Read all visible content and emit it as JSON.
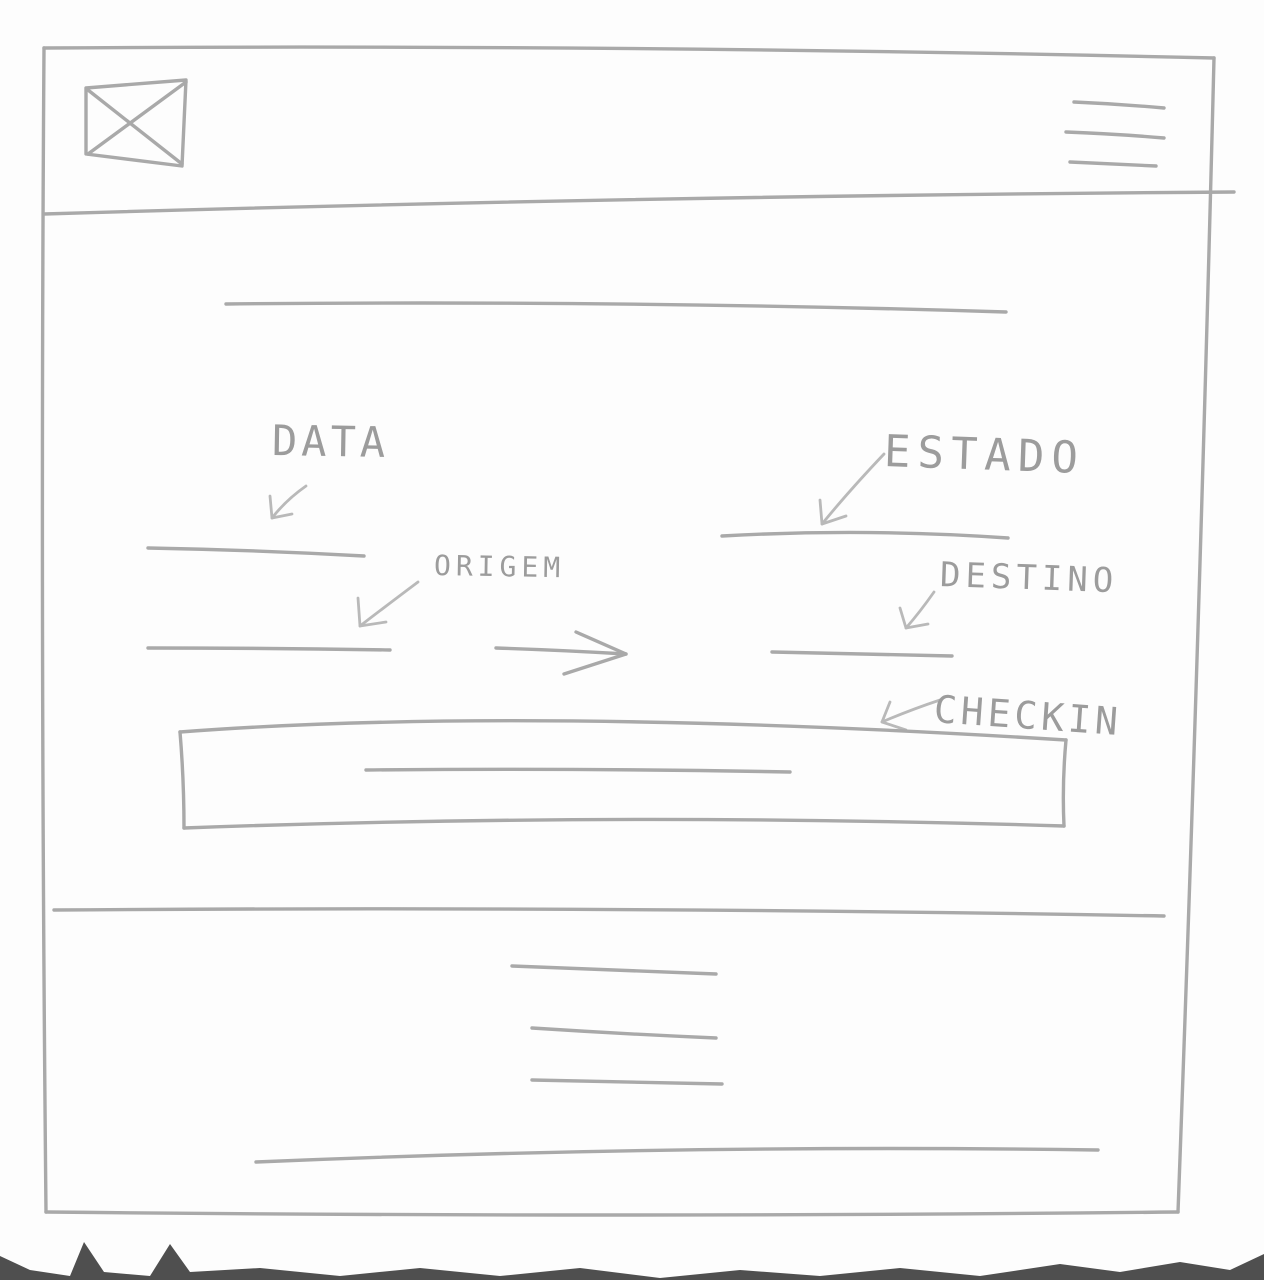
{
  "form": {
    "data_label": "DATA",
    "estado_label": "ESTADO",
    "origem_label": "ORIGEM",
    "destino_label": "DESTINO",
    "checkin_label": "CHECKIN"
  },
  "icons": {
    "logo": "image-placeholder-icon",
    "menu": "hamburger-menu-icon",
    "route_arrow": "arrow-right-icon"
  }
}
